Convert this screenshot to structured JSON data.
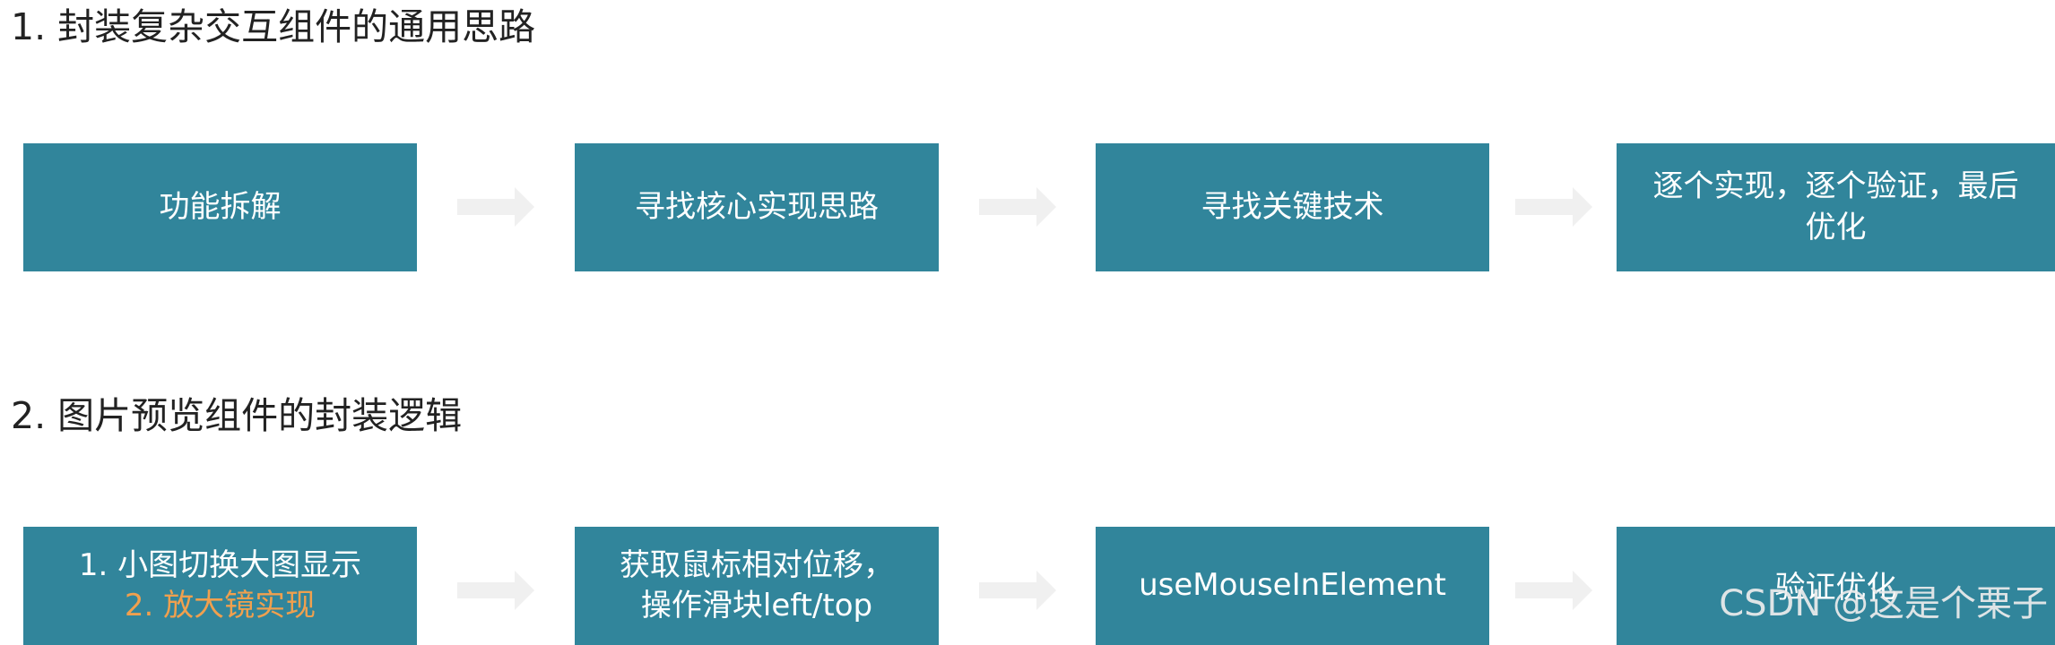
{
  "heading_1": "1. 封装复杂交互组件的通用思路",
  "heading_2": "2. 图片预览组件的封装逻辑",
  "row_1": [
    {
      "lines": [
        "功能拆解"
      ]
    },
    {
      "lines": [
        "寻找核心实现思路"
      ]
    },
    {
      "lines": [
        "寻找关键技术"
      ]
    },
    {
      "lines": [
        "逐个实现，逐个验证，最后",
        "优化"
      ]
    }
  ],
  "row_2": [
    {
      "lines": [
        "1. 小图切换大图显示",
        "2. 放大镜实现"
      ]
    },
    {
      "lines": [
        "获取鼠标相对位移，",
        "操作滑块left/top"
      ]
    },
    {
      "lines": [
        "useMouseInElement"
      ]
    },
    {
      "lines": [
        "验证优化"
      ]
    }
  ],
  "colors": {
    "box_fill": "#31859b",
    "box_text": "#ffffff",
    "accent_text": "#f0a04e",
    "arrow_fill": "#f0f0f0"
  },
  "watermark": "CSDN @这是个栗子"
}
